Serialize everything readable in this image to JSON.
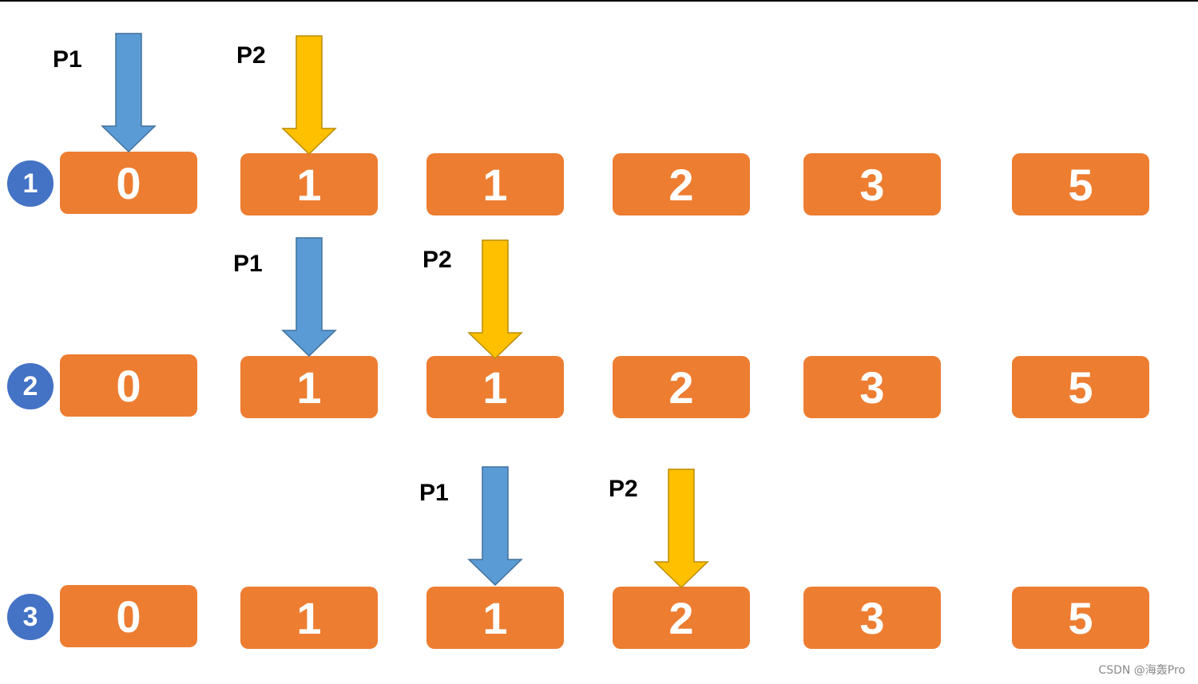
{
  "rows": [
    {
      "step": "1",
      "values": [
        "0",
        "1",
        "1",
        "2",
        "3",
        "5"
      ],
      "pointers": [
        {
          "label": "P1",
          "index": 0,
          "color": "#5B9BD5"
        },
        {
          "label": "P2",
          "index": 1,
          "color": "#FFC000"
        }
      ]
    },
    {
      "step": "2",
      "values": [
        "0",
        "1",
        "1",
        "2",
        "3",
        "5"
      ],
      "pointers": [
        {
          "label": "P1",
          "index": 1,
          "color": "#5B9BD5"
        },
        {
          "label": "P2",
          "index": 2,
          "color": "#FFC000"
        }
      ]
    },
    {
      "step": "3",
      "values": [
        "0",
        "1",
        "1",
        "2",
        "3",
        "5"
      ],
      "pointers": [
        {
          "label": "P1",
          "index": 2,
          "color": "#5B9BD5"
        },
        {
          "label": "P2",
          "index": 3,
          "color": "#FFC000"
        }
      ]
    }
  ],
  "colors": {
    "box": "#ED7D31",
    "step_circle": "#4472C4",
    "p1": "#5B9BD5",
    "p2": "#FFC000"
  },
  "watermark": "CSDN @海轰Pro"
}
